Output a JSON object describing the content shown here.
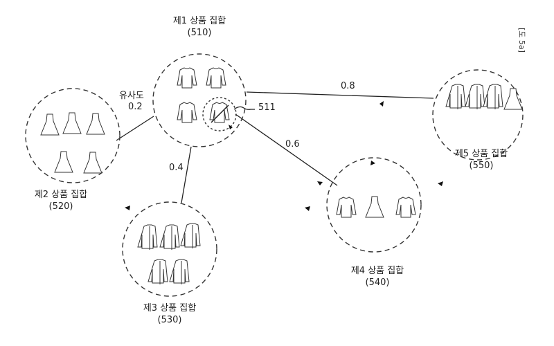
{
  "figure_label": "[도 5a]",
  "similarity_label": "유사도",
  "reference_511": "511",
  "sets": [
    {
      "name": "제1 상품 집합",
      "ref": "(510)"
    },
    {
      "name": "제2 상품 집합",
      "ref": "(520)"
    },
    {
      "name": "제3 상품 집합",
      "ref": "(530)"
    },
    {
      "name": "제4 상품 집합",
      "ref": "(540)"
    },
    {
      "name": "제5 상품 집합",
      "ref": "(550)"
    }
  ],
  "edges": [
    {
      "from": "510",
      "to": "520",
      "similarity": "0.2"
    },
    {
      "from": "510",
      "to": "530",
      "similarity": "0.4"
    },
    {
      "from": "510",
      "to": "540",
      "similarity": "0.6"
    },
    {
      "from": "510",
      "to": "550",
      "similarity": "0.8"
    }
  ]
}
